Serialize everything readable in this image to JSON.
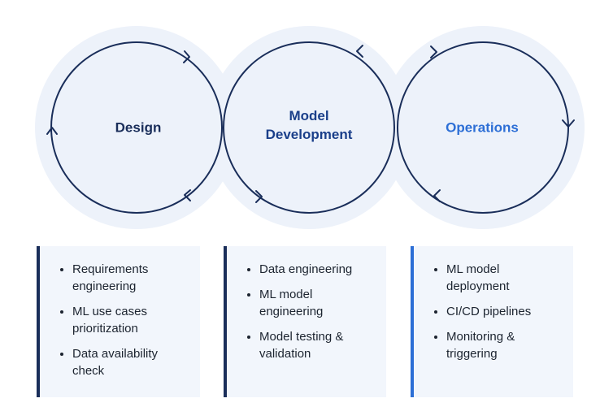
{
  "colors": {
    "dark_navy": "#1a2e5a",
    "accent_blue": "#2d6fd6",
    "halo": "#edf2fa",
    "card_bg": "#f2f6fc",
    "text": "#1c2430"
  },
  "phases": [
    {
      "title": "Design",
      "color": "#1a2e5a",
      "bullets": [
        "Requirements engineering",
        "ML use cases prioritization",
        "Data availability check"
      ]
    },
    {
      "title": "Model\nDevelopment",
      "color": "#1a3f8a",
      "bullets": [
        "Data engineering",
        "ML model engineering",
        "Model testing & validation"
      ]
    },
    {
      "title": "Operations",
      "color": "#2d6fd6",
      "bullets": [
        "ML model deployment",
        "CI/CD pipelines",
        "Monitoring & triggering"
      ]
    }
  ]
}
